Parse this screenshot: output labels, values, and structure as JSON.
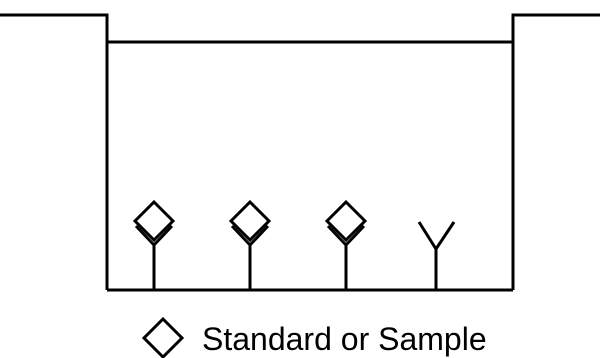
{
  "diagram": {
    "legend": {
      "symbol": "diamond-icon",
      "label": "Standard or Sample"
    },
    "elements": [
      {
        "type": "antibody-with-antigen"
      },
      {
        "type": "antibody-with-antigen"
      },
      {
        "type": "antibody-with-antigen"
      },
      {
        "type": "antibody"
      }
    ],
    "colors": {
      "stroke": "#000000",
      "background": "#ffffff"
    }
  }
}
